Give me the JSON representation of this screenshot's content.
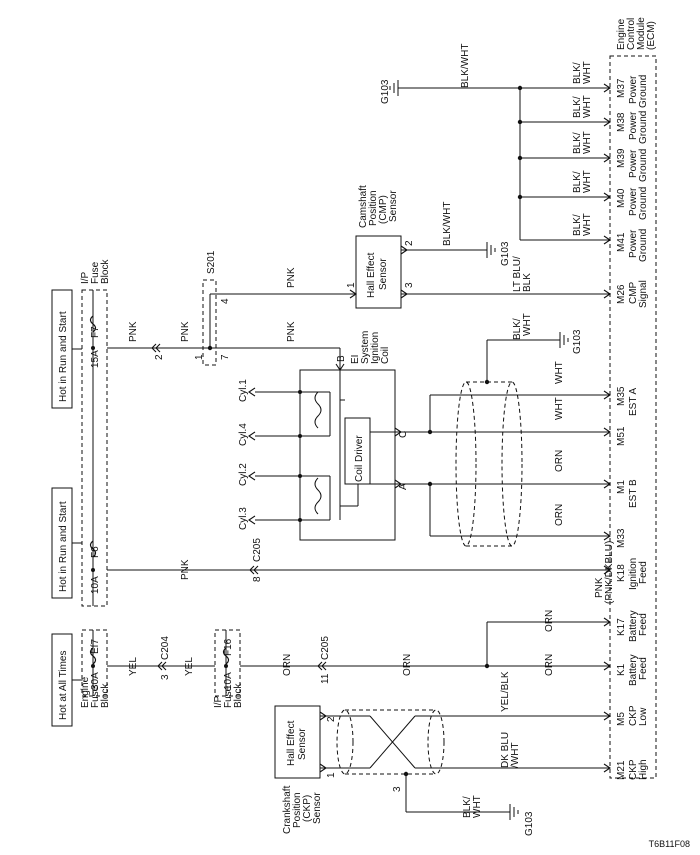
{
  "figure_id": "T6B11F08",
  "fuse_blocks": {
    "engine_label": [
      "Engine",
      "Fuse",
      "Block"
    ],
    "ip_label_left": [
      "I/P",
      "Fuse",
      "Block"
    ],
    "ip_label_top": [
      "I/P",
      "Fuse",
      "Block"
    ],
    "hot_all_times": "Hot at All Times",
    "hot_run_start_1": "Hot in Run and Start",
    "hot_run_start_2": "Hot in Run and Start",
    "fuse_ef7": {
      "name": "Ef7",
      "rating": "30A"
    },
    "fuse_f16": {
      "name": "F16",
      "rating": "10A"
    },
    "fuse_f6": {
      "name": "F6",
      "rating": "10A"
    },
    "fuse_f7": {
      "name": "F7",
      "rating": "15A"
    }
  },
  "connectors": {
    "c204": "C204",
    "c204_pin": "3",
    "c205_a": "C205",
    "c205_a_pin": "11",
    "c205_b": "C205",
    "c205_b_pin": "8",
    "c_f7_pin": "2",
    "s201": "S201",
    "s201_pin1": "1",
    "s201_pin7": "7",
    "s201_pin4": "4"
  },
  "wires": {
    "yel1": "YEL",
    "yel2": "YEL",
    "orn1": "ORN",
    "orn2": "ORN",
    "orn3": "ORN",
    "orn4": "ORN",
    "orn5": "ORN",
    "orn6": "ORN",
    "pnk1": "PNK",
    "pnk2": "PNK",
    "pnk3": "PNK",
    "pnk4": "PNK",
    "pnk5": "PNK",
    "pnk_dkblu": [
      "PNK",
      "(PNK/DKBLU)"
    ],
    "wht1": "WHT",
    "wht2": "WHT",
    "blkwht_top": "BLK/WHT",
    "blkwht_cmp": "BLK/WHT",
    "blkwht_g": [
      "BLK/",
      "WHT"
    ],
    "blkwht_ckp": [
      "BLK/",
      "WHT"
    ],
    "ltblu_blk": [
      "LT BLU/",
      "BLK"
    ],
    "yel_blk": "YEL/BLK",
    "dkblu_wht": [
      "DK BLU",
      "/WHT"
    ]
  },
  "ground": {
    "g1": "G103",
    "g2": "G103",
    "g3": "G103",
    "g4": "G103"
  },
  "ckp": {
    "label": [
      "Crankshaft",
      "Position",
      "(CKP)",
      "Sensor"
    ],
    "box": [
      "Hall Effect",
      "Sensor"
    ],
    "pin1": "1",
    "pin2": "2",
    "pin3": "3"
  },
  "cmp": {
    "label": [
      "Camshaft",
      "Position",
      "(CMP)",
      "Sensor"
    ],
    "box": [
      "Hall Effect",
      "Sensor"
    ],
    "pin1": "1",
    "pin2": "2",
    "pin3": "3"
  },
  "coil": {
    "label": [
      "EI",
      "System",
      "Ignition",
      "Coil"
    ],
    "driver": "Coil Driver",
    "cyl1": "Cyl.1",
    "cyl4": "Cyl.4",
    "cyl2": "Cyl.2",
    "cyl3": "Cyl.3",
    "pin_a": "A",
    "pin_b": "B",
    "pin_c": "C"
  },
  "ecm": {
    "title": [
      "Engine",
      "Control",
      "Module",
      "(ECM)"
    ],
    "pins": [
      "M21",
      "M5",
      "K1",
      "K17",
      "K18",
      "M33",
      "M1",
      "M51",
      "M35",
      "M26",
      "M41",
      "M40",
      "M39",
      "M38",
      "M37"
    ],
    "signals": {
      "ckp_high": [
        "CKP",
        "High"
      ],
      "ckp_low": [
        "CKP",
        "Low"
      ],
      "batt1": [
        "Battery",
        "Feed"
      ],
      "batt2": [
        "Battery",
        "Feed"
      ],
      "ign": [
        "Ignition",
        "Feed"
      ],
      "est_b": "EST B",
      "est_a": "EST A",
      "cmp_sig": [
        "CMP",
        "Signal"
      ],
      "pg": [
        "Power",
        "Ground"
      ]
    }
  }
}
